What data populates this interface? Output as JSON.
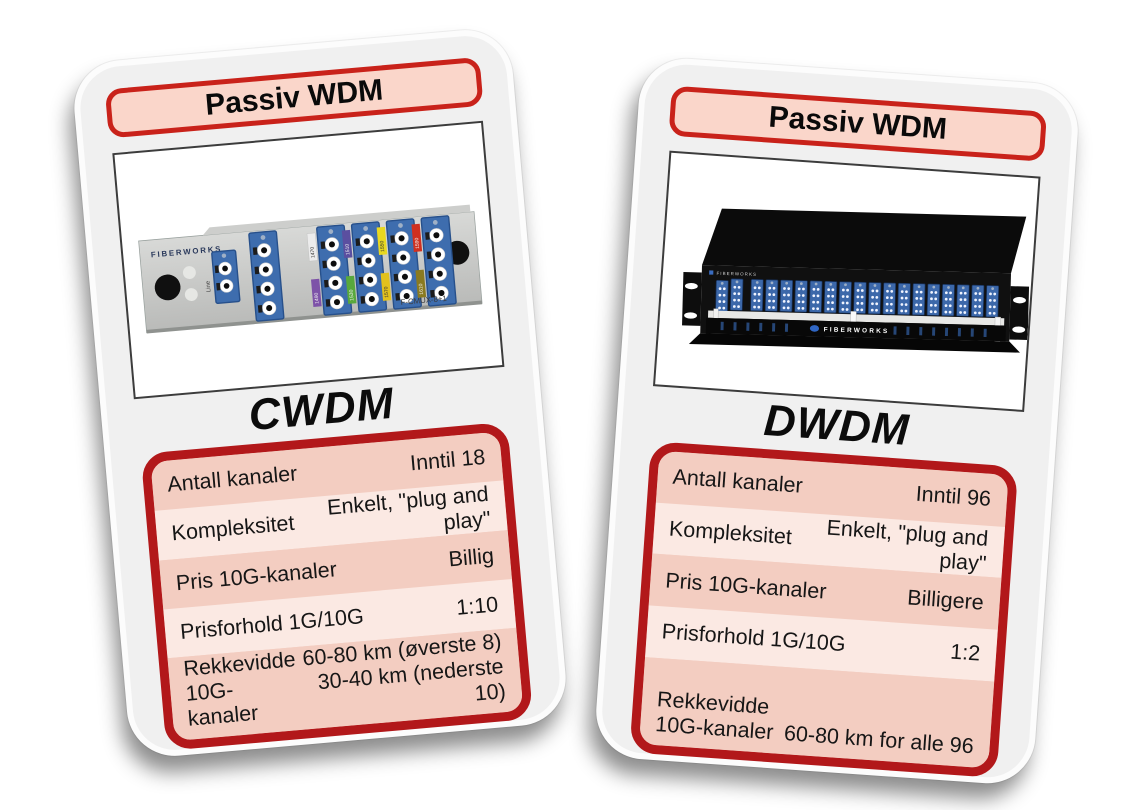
{
  "colors": {
    "card_bg": "#f0f0f0",
    "header_fill": "#fad6ca",
    "header_border": "#c9221a",
    "table_border": "#b2181a",
    "row_dark": "#f3cdc1",
    "row_light": "#fbe9e3",
    "connector_blue": "#3e6dae"
  },
  "cards": [
    {
      "header": "Passiv WDM",
      "title": "CWDM",
      "photo": {
        "brand": "FIBERWORKS",
        "model": "F-CMUX-8+1",
        "port_label": "Line",
        "strips": [
          "1470",
          "1490",
          "1510",
          "1530",
          "1550",
          "1570",
          "1590",
          "1610"
        ]
      },
      "table": {
        "rows": [
          {
            "label": "Antall kanaler",
            "value": "Inntil 18"
          },
          {
            "label": "Kompleksitet",
            "value": "Enkelt, \"plug and play\""
          },
          {
            "label": "Pris 10G-kanaler",
            "value": "Billig"
          },
          {
            "label": "Prisforhold 1G/10G",
            "value": "1:10"
          },
          {
            "label": "Rekkevidde",
            "label2": "10G-kanaler",
            "value": "60-80 km (øverste 8)",
            "value2": "30-40 km (nederste 10)"
          }
        ]
      }
    },
    {
      "header": "Passiv WDM",
      "title": "DWDM",
      "photo": {
        "brand": "FIBERWORKS"
      },
      "table": {
        "rows": [
          {
            "label": "Antall kanaler",
            "value": "Inntil 96"
          },
          {
            "label": "Kompleksitet",
            "value": "Enkelt, \"plug and play\""
          },
          {
            "label": "Pris 10G-kanaler",
            "value": "Billigere"
          },
          {
            "label": "Prisforhold 1G/10G",
            "value": "1:2"
          },
          {
            "label": "Rekkevidde",
            "label2": "10G-kanaler",
            "value": "60-80 km for alle 96"
          }
        ]
      }
    }
  ]
}
